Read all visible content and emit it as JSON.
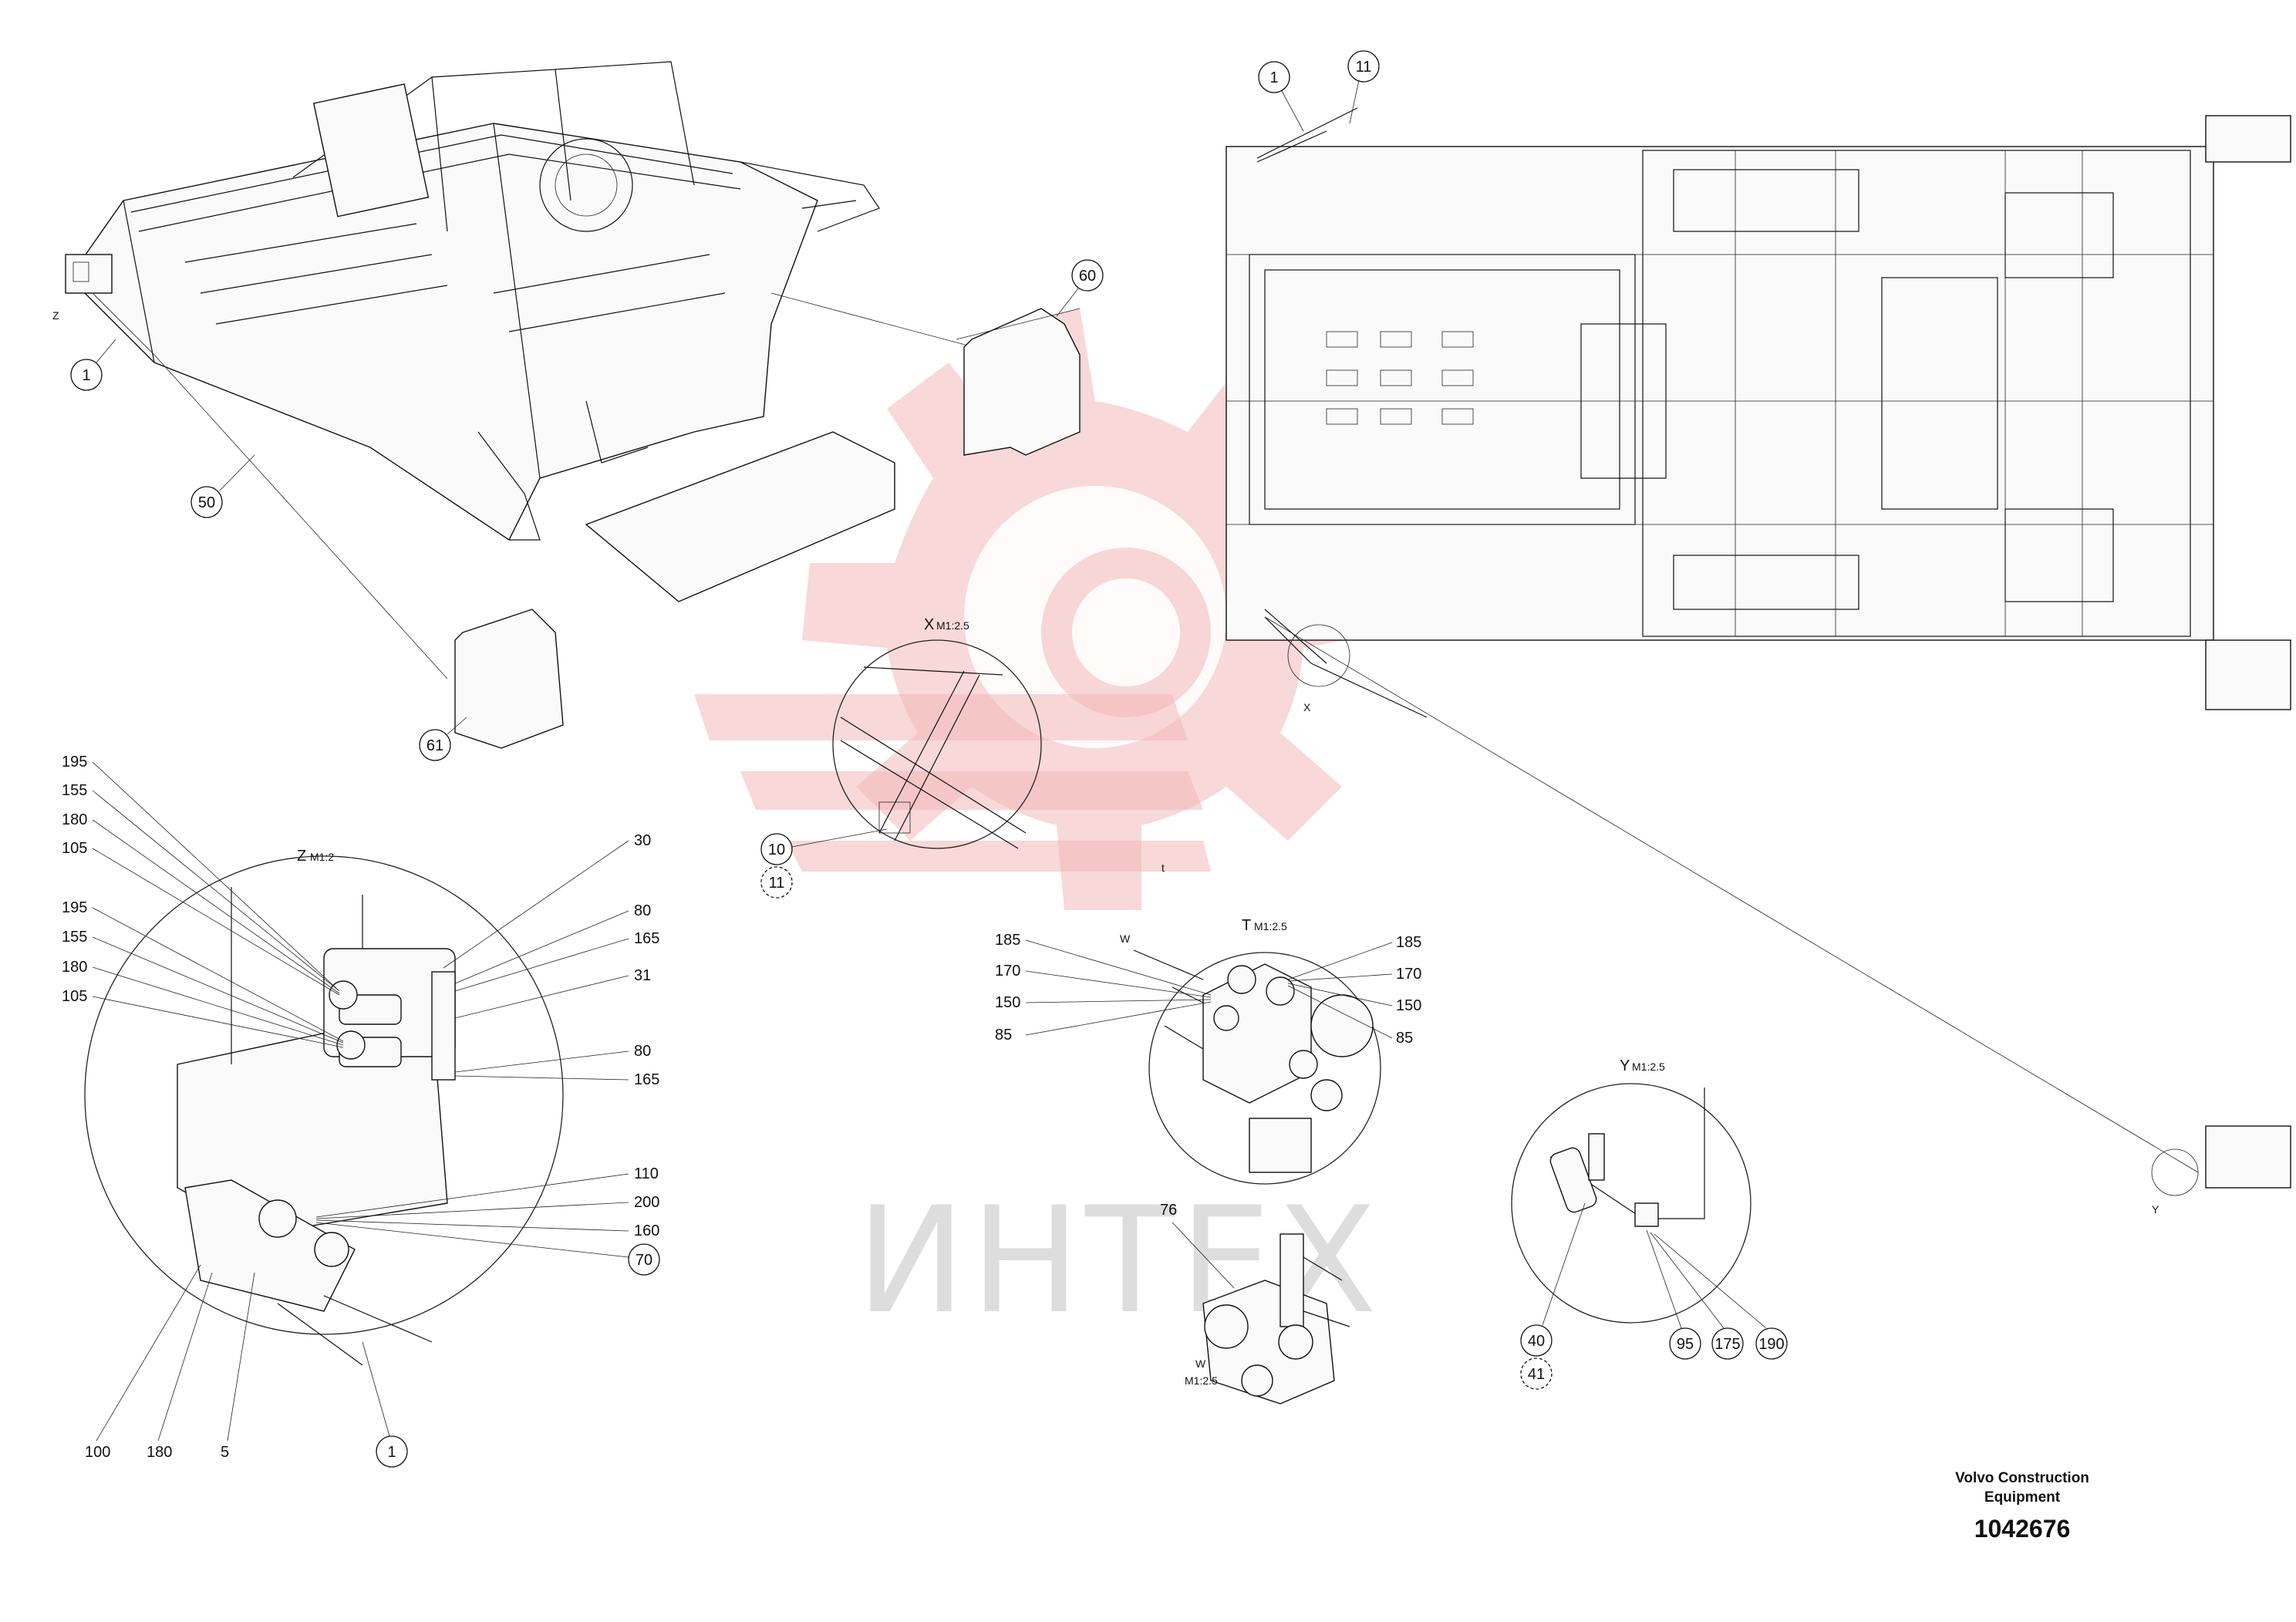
{
  "watermark": {
    "text": "ИНТЕХ",
    "color": "#f3b8b8"
  },
  "title_block": {
    "company_line1": "Volvo Construction",
    "company_line2": "Equipment",
    "part_number": "1042676"
  },
  "overview_callouts": [
    {
      "key": "z_mark",
      "text": "Z"
    },
    {
      "key": "c1",
      "text": "1"
    },
    {
      "key": "c50",
      "text": "50"
    },
    {
      "key": "c60",
      "text": "60"
    },
    {
      "key": "c61",
      "text": "61"
    }
  ],
  "plan_callouts": [
    {
      "key": "c1",
      "text": "1"
    },
    {
      "key": "c11",
      "text": "11"
    },
    {
      "key": "x_mark",
      "text": "X"
    },
    {
      "key": "y_mark",
      "text": "Y"
    }
  ],
  "detail_z": {
    "title": "Z",
    "scale": "M1:2",
    "left_labels": [
      "195",
      "155",
      "180",
      "105",
      "195",
      "155",
      "180",
      "105"
    ],
    "right_labels": [
      "30",
      "80",
      "165",
      "31",
      "80",
      "165",
      "110",
      "200",
      "160"
    ],
    "right_circled": "70",
    "bottom_labels": [
      "100",
      "180",
      "5"
    ],
    "bottom_circled": "1"
  },
  "detail_x": {
    "title": "X",
    "scale": "M1:2.5",
    "callout_10": "10",
    "callout_11": "11"
  },
  "detail_t": {
    "title": "T",
    "scale": "M1:2.5",
    "top_mark": "t",
    "w_arrow": "W",
    "left_labels": [
      "185",
      "170",
      "150",
      "85"
    ],
    "right_labels": [
      "185",
      "170",
      "150",
      "85"
    ]
  },
  "detail_w": {
    "title": "W",
    "scale": "M1:2.5",
    "callout": "76"
  },
  "detail_y": {
    "title": "Y",
    "scale": "M1:2.5",
    "callout_40": "40",
    "callout_41": "41",
    "callout_95": "95",
    "callout_175": "175",
    "callout_190": "190"
  }
}
